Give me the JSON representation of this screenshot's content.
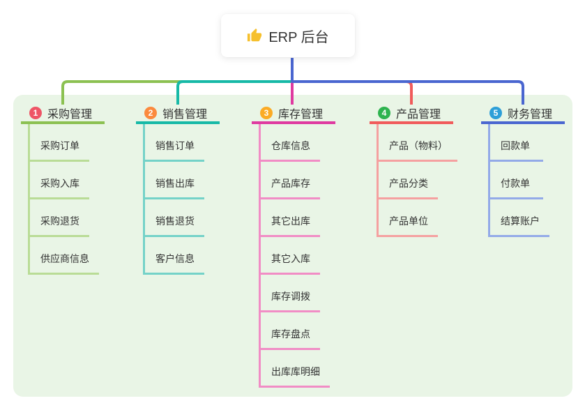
{
  "root": {
    "title": "ERP 后台",
    "icon": "thumbs-up-icon"
  },
  "branches": [
    {
      "label": "采购管理",
      "badge": "1",
      "badge_color": "#ee5566",
      "color": "#8cc152",
      "light_color": "#b9dc96",
      "children": [
        "采购订单",
        "采购入库",
        "采购退货",
        "供应商信息"
      ]
    },
    {
      "label": "销售管理",
      "badge": "2",
      "badge_color": "#fb8a3e",
      "color": "#17b9a7",
      "light_color": "#74d2c8",
      "children": [
        "销售订单",
        "销售出库",
        "销售退货",
        "客户信息"
      ]
    },
    {
      "label": "库存管理",
      "badge": "3",
      "badge_color": "#fbab25",
      "color": "#df3aa0",
      "light_color": "#f18cc5",
      "children": [
        "仓库信息",
        "产品库存",
        "其它出库",
        "其它入库",
        "库存调拨",
        "库存盘点",
        "出库库明细"
      ]
    },
    {
      "label": "产品管理",
      "badge": "4",
      "badge_color": "#2eb34f",
      "color": "#f05b5b",
      "light_color": "#f5a0a0",
      "children": [
        "产品（物料）",
        "产品分类",
        "产品单位"
      ]
    },
    {
      "label": "财务管理",
      "badge": "5",
      "badge_color": "#2d9fd8",
      "color": "#4a66d0",
      "light_color": "#93aae8",
      "children": [
        "回款单",
        "付款单",
        "结算账户"
      ]
    }
  ],
  "colors": {
    "canvas_bg": "#ffffff",
    "container_bg": "#e9f5e6",
    "text": "#333333",
    "thumb_icon": "#f6c02d"
  }
}
